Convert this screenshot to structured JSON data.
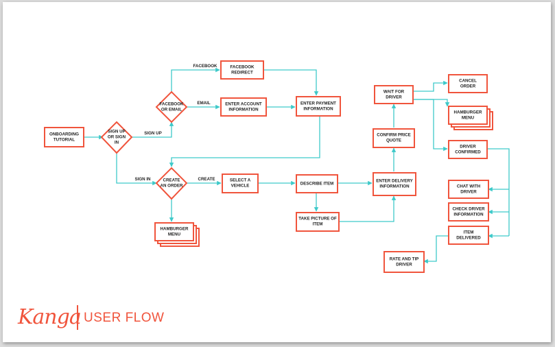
{
  "brand": {
    "logo": "Kanga",
    "title": "USER FLOW"
  },
  "colors": {
    "box_stroke": "#f0543c",
    "edge": "#3ec9c9",
    "text": "#1e1e1e"
  },
  "nodes": [
    {
      "id": "onboarding",
      "lines": [
        "ONBOARDING",
        "TUTORIAL"
      ],
      "shape": "rect"
    },
    {
      "id": "signup",
      "lines": [
        "SIGN UP",
        "OR SIGN",
        "IN"
      ],
      "shape": "diamond"
    },
    {
      "id": "fb_or_email",
      "lines": [
        "FACEBOOK",
        "OR EMAIL"
      ],
      "shape": "diamond"
    },
    {
      "id": "fb_redirect",
      "lines": [
        "FACEBOOK",
        "REDIRECT"
      ],
      "shape": "rect"
    },
    {
      "id": "enter_account",
      "lines": [
        "ENTER ACCOUNT",
        "INFORMATION"
      ],
      "shape": "rect"
    },
    {
      "id": "enter_payment",
      "lines": [
        "ENTER PAYMENT",
        "INFORMATION"
      ],
      "shape": "rect"
    },
    {
      "id": "create_order",
      "lines": [
        "CREATE",
        "AN ORDER"
      ],
      "shape": "diamond"
    },
    {
      "id": "select_vehicle",
      "lines": [
        "SELECT A",
        "VEHICLE"
      ],
      "shape": "rect"
    },
    {
      "id": "hamburger1",
      "lines": [
        "HAMBURGER",
        "MENU"
      ],
      "shape": "stack"
    },
    {
      "id": "describe_item",
      "lines": [
        "DESCRIBE ITEM"
      ],
      "shape": "rect"
    },
    {
      "id": "take_picture",
      "lines": [
        "TAKE PICTURE OF",
        "ITEM"
      ],
      "shape": "rect"
    },
    {
      "id": "enter_delivery",
      "lines": [
        "ENTER DELIVERY",
        "INFORMATION"
      ],
      "shape": "rect"
    },
    {
      "id": "confirm_price",
      "lines": [
        "CONFIRM PRICE",
        "QUOTE"
      ],
      "shape": "rect"
    },
    {
      "id": "wait_driver",
      "lines": [
        "WAIT FOR",
        "DRIVER"
      ],
      "shape": "rect"
    },
    {
      "id": "cancel_order",
      "lines": [
        "CANCEL",
        "ORDER"
      ],
      "shape": "rect"
    },
    {
      "id": "hamburger2",
      "lines": [
        "HAMBURGER",
        "MENU"
      ],
      "shape": "stack"
    },
    {
      "id": "driver_confirmed",
      "lines": [
        "DRIVER",
        "CONFIRMED"
      ],
      "shape": "rect"
    },
    {
      "id": "chat_driver",
      "lines": [
        "CHAT WITH",
        "DRIVER"
      ],
      "shape": "rect"
    },
    {
      "id": "check_driver",
      "lines": [
        "CHECK DRIVER",
        "INFORMATION"
      ],
      "shape": "rect"
    },
    {
      "id": "item_delivered",
      "lines": [
        "ITEM",
        "DELIVERED"
      ],
      "shape": "rect"
    },
    {
      "id": "rate_tip",
      "lines": [
        "RATE AND TIP",
        "DRIVER"
      ],
      "shape": "rect"
    }
  ],
  "edge_labels": {
    "facebook": "FACEBOOK",
    "email": "EMAIL",
    "sign_up": "SIGN UP",
    "sign_in": "SIGN IN",
    "create": "CREATE"
  }
}
